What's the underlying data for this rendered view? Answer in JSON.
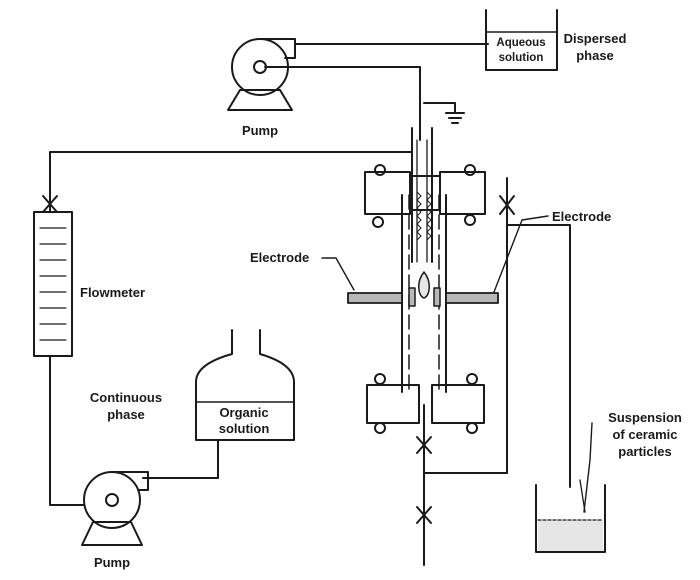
{
  "labels": {
    "pump_top": "Pump",
    "pump_bottom": "Pump",
    "aqueous_line1": "Aqueous",
    "aqueous_line2": "solution",
    "dispersed_line1": "Dispersed",
    "dispersed_line2": "phase",
    "flowmeter": "Flowmeter",
    "continuous_line1": "Continuous",
    "continuous_line2": "phase",
    "organic_line1": "Organic",
    "organic_line2": "solution",
    "electrode_left": "Electrode",
    "electrode_right": "Electrode",
    "suspension_line1": "Suspension",
    "suspension_line2": "of ceramic",
    "suspension_line3": "particles"
  },
  "colors": {
    "ink": "#1a1a1a",
    "electrode_fill": "#b8b8b8",
    "liquid_fill": "#e6e6e6"
  }
}
